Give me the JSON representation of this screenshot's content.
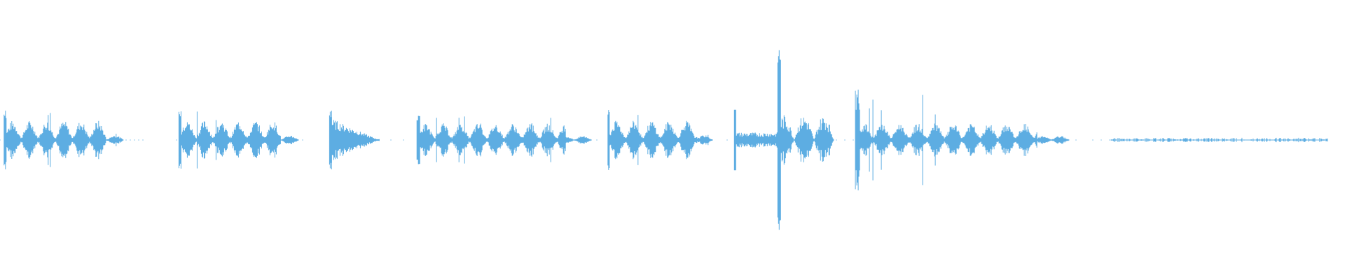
{
  "waveform": {
    "color": "#5dade2",
    "background": "#ffffff",
    "segments": [
      {
        "start": 0.003,
        "end": 0.092,
        "pattern": "pulses",
        "amp": 0.07,
        "peak": 0.11
      },
      {
        "start": 0.133,
        "end": 0.222,
        "pattern": "pulses",
        "amp": 0.07,
        "peak": 0.14
      },
      {
        "start": 0.245,
        "end": 0.282,
        "pattern": "burst",
        "amp": 0.08,
        "peak": 0.14
      },
      {
        "start": 0.31,
        "end": 0.44,
        "pattern": "pulses",
        "amp": 0.06,
        "peak": 0.1
      },
      {
        "start": 0.452,
        "end": 0.53,
        "pattern": "pulses",
        "amp": 0.07,
        "peak": 0.11
      },
      {
        "start": 0.546,
        "end": 0.62,
        "pattern": "spike",
        "amp": 0.09,
        "peak": 0.35
      },
      {
        "start": 0.636,
        "end": 0.795,
        "pattern": "pulses",
        "amp": 0.06,
        "peak": 0.18
      },
      {
        "start": 0.826,
        "end": 0.987,
        "pattern": "sparse",
        "amp": 0.006,
        "peak": 0.01
      }
    ]
  }
}
